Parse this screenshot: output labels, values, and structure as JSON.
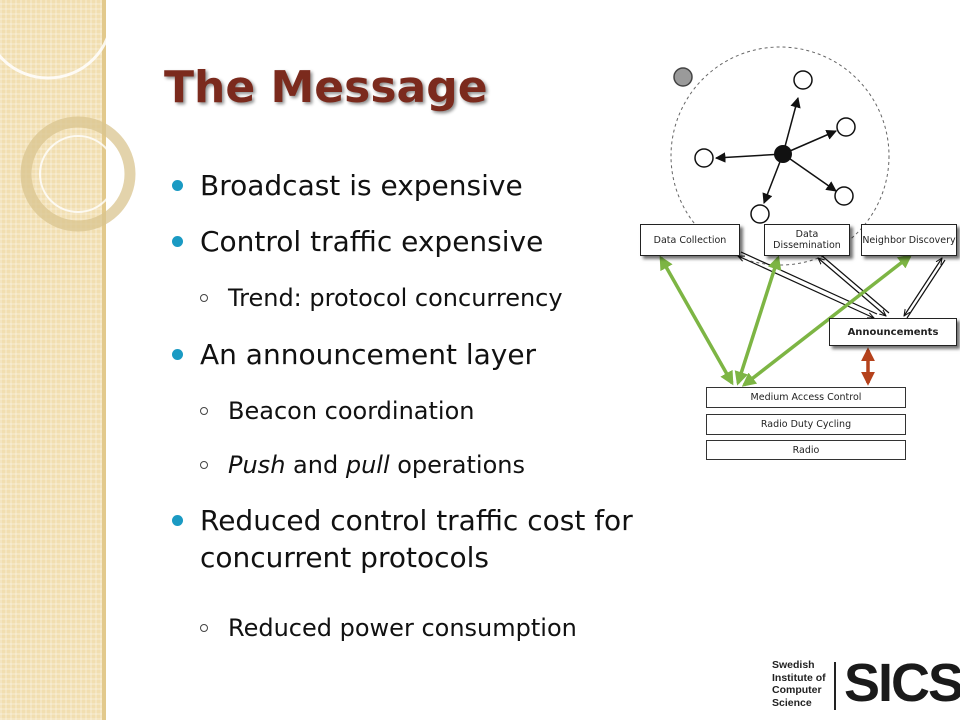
{
  "slide": {
    "title": "The Message",
    "bullets": [
      {
        "level": 1,
        "text": "Broadcast is expensive"
      },
      {
        "level": 1,
        "text": "Control traffic expensive"
      },
      {
        "level": 2,
        "text": "Trend: protocol concurrency"
      },
      {
        "level": 1,
        "text": "An announcement layer"
      },
      {
        "level": 2,
        "text": "Beacon coordination"
      },
      {
        "level": 2,
        "text": "Push and pull operations"
      },
      {
        "level": 1,
        "text": "Reduced control traffic cost for concurrent protocols"
      },
      {
        "level": 2,
        "text": "Reduced power consumption"
      }
    ],
    "italic_words": [
      "Push",
      "pull"
    ],
    "accent_colors": {
      "title": "#7b2a1d",
      "bullet": "#1a9ac3",
      "green_arrow": "#7db544",
      "red_arrow": "#b5421c"
    }
  },
  "diagram": {
    "protocols": {
      "collection": "Data Collection",
      "dissemination": "Data Dissemination",
      "discovery": "Neighbor Discovery"
    },
    "announcements": "Announcements",
    "layers": {
      "mac": "Medium Access Control",
      "duty_cycling": "Radio Duty Cycling",
      "radio": "Radio"
    }
  },
  "logo": {
    "lines": [
      "Swedish",
      "Institute of",
      "Computer",
      "Science"
    ],
    "mark": "SICS"
  }
}
